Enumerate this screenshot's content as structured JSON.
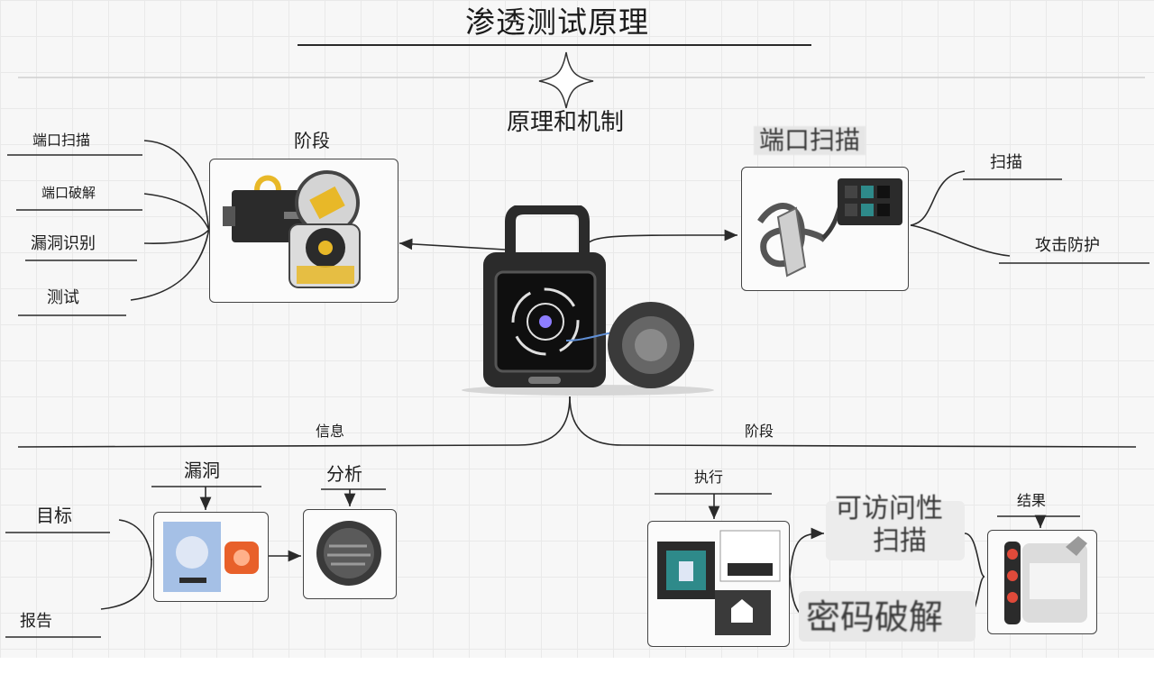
{
  "title": "渗透测试原理",
  "subtitle": "原理和机制",
  "stage_label": "阶段",
  "left_list": [
    "端口扫描",
    "端口破解",
    "漏洞识别",
    "测试"
  ],
  "port_scan_label": "端口扫描",
  "right_list": [
    "扫描",
    "攻击防护"
  ],
  "bottom_left_branch": "信息",
  "bottom_right_branch": "阶段",
  "vuln_label": "漏洞",
  "analysis_label": "分析",
  "target_label": "目标",
  "report_label": "报告",
  "exec_label": "执行",
  "access_scan_label_line1": "可访问性",
  "access_scan_label_line2": "扫描",
  "password_crack_label": "密码破解",
  "result_label": "结果",
  "colors": {
    "line": "#2a2a2a",
    "accent_yellow": "#e8b828",
    "accent_orange": "#e8602a",
    "accent_blue": "#5f8fd6",
    "device_dark": "#2b2b2b"
  }
}
